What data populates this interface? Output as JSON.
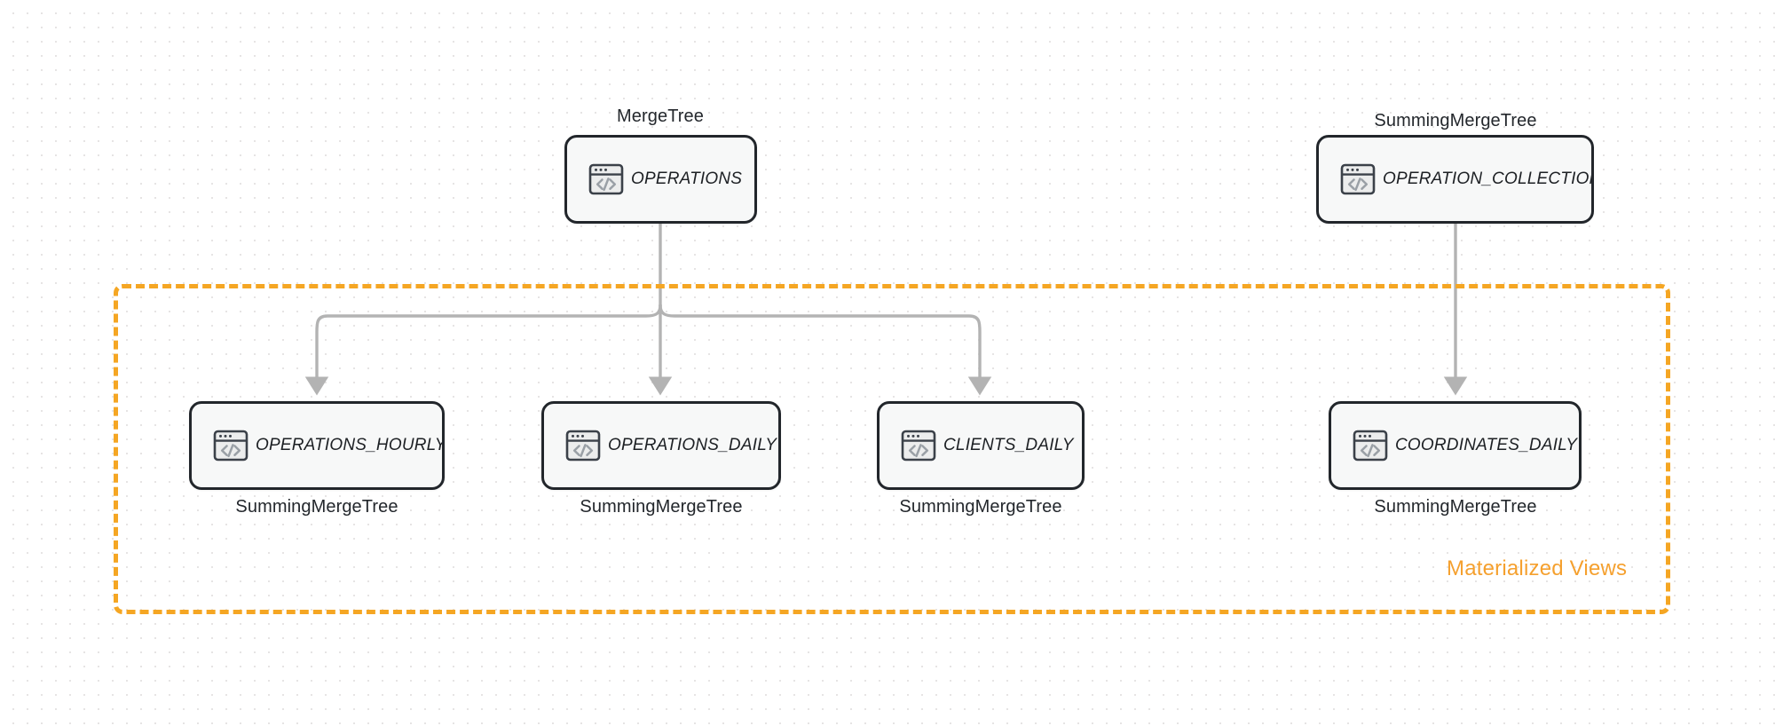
{
  "diagram": {
    "title_visible": false,
    "background": "#ffffff",
    "dot_grid_color": "#e6e4e4",
    "node_border_color": "#22262b",
    "node_fill_color": "#f7f8f8",
    "edge_color": "#b3b3b3",
    "group_accent_color": "#F5A623"
  },
  "group": {
    "label": "Materialized Views"
  },
  "nodes": [
    {
      "id": "operations",
      "label": "OPERATIONS",
      "engine": "MergeTree",
      "engine_position": "top",
      "icon": "code-window-icon"
    },
    {
      "id": "operation_collection",
      "label": "OPERATION_COLLECTION",
      "engine": "SummingMergeTree",
      "engine_position": "top",
      "icon": "code-window-icon"
    },
    {
      "id": "operations_hourly",
      "label": "OPERATIONS_HOURLY",
      "engine": "SummingMergeTree",
      "engine_position": "bottom",
      "icon": "code-window-icon"
    },
    {
      "id": "operations_daily",
      "label": "OPERATIONS_DAILY",
      "engine": "SummingMergeTree",
      "engine_position": "bottom",
      "icon": "code-window-icon"
    },
    {
      "id": "clients_daily",
      "label": "CLIENTS_DAILY",
      "engine": "SummingMergeTree",
      "engine_position": "bottom",
      "icon": "code-window-icon"
    },
    {
      "id": "coordinates_daily",
      "label": "COORDINATES_DAILY",
      "engine": "SummingMergeTree",
      "engine_position": "bottom",
      "icon": "code-window-icon"
    }
  ],
  "edges": [
    {
      "from": "operations",
      "to": "operations_hourly",
      "arrow": true
    },
    {
      "from": "operations",
      "to": "operations_daily",
      "arrow": true
    },
    {
      "from": "operations",
      "to": "clients_daily",
      "arrow": true
    },
    {
      "from": "operation_collection",
      "to": "coordinates_daily",
      "arrow": true
    }
  ]
}
